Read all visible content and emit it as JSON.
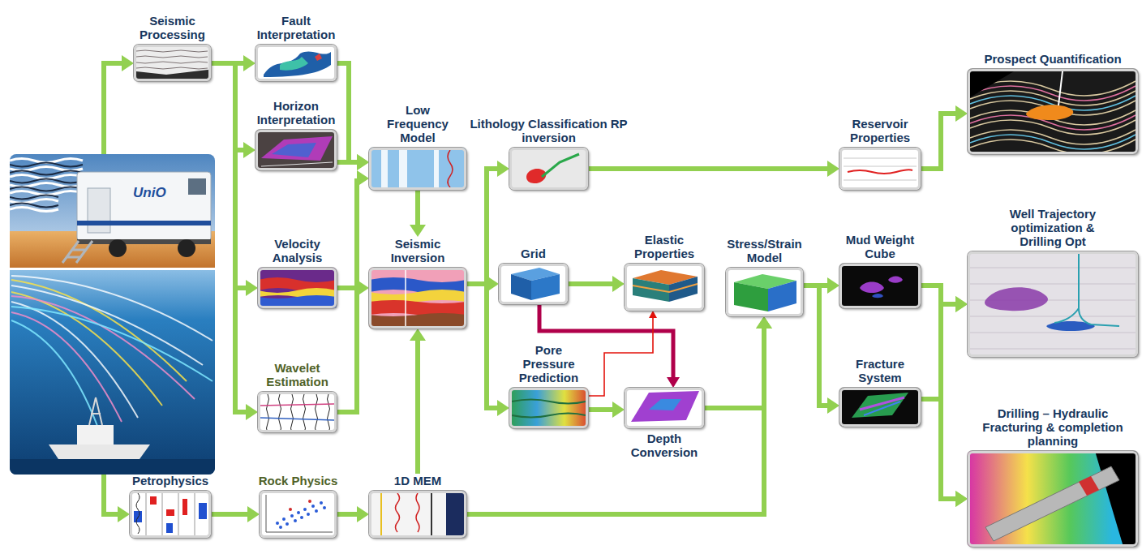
{
  "diagram": {
    "nodes": [
      {
        "text": [
          "UniO"
        ]
      },
      {
        "text": [
          "Seismic Processing"
        ]
      },
      {
        "text": [
          "Fault Interpretation"
        ]
      },
      {
        "text": [
          "Horizon Interpretation"
        ]
      },
      {
        "text": [
          "Velocity Analysis"
        ]
      },
      {
        "text": [
          "Wavelet Estimation"
        ]
      },
      {
        "text": [
          "Petrophysics"
        ]
      },
      {
        "text": [
          "Rock Physics"
        ]
      },
      {
        "text": [
          "Low Frequency Model"
        ]
      },
      {
        "text": [
          "Seismic Inversion"
        ]
      },
      {
        "text": [
          "1D MEM"
        ]
      },
      {
        "text": [
          "Lithology Classification RP inversion"
        ]
      },
      {
        "text": [
          "Grid"
        ]
      },
      {
        "text": [
          "Pore Pressure Prediction"
        ]
      },
      {
        "text": [
          "Elastic Properties"
        ]
      },
      {
        "text": [
          "Depth Conversion"
        ]
      },
      {
        "text": [
          "Stress/Strain Model"
        ]
      },
      {
        "text": [
          "Reservoir Properties"
        ]
      },
      {
        "text": [
          "Mud Weight Cube"
        ]
      },
      {
        "text": [
          "Fracture System"
        ]
      },
      {
        "text": [
          "Prospect Quantification"
        ]
      },
      {
        "text": [
          "Well Trajectory optimization & Drilling Opt"
        ]
      },
      {
        "text": [
          "Drilling – Hydraulic Fracturing & completion planning"
        ]
      }
    ],
    "edges": [
      {
        "from": 0,
        "to": 1,
        "arrow": "to"
      },
      {
        "from": 0,
        "to": 6,
        "arrow": "to"
      },
      {
        "from": 1,
        "to": 2,
        "arrow": "to"
      },
      {
        "from": 1,
        "to": 3,
        "arrow": "to"
      },
      {
        "from": 1,
        "to": 4,
        "arrow": "to"
      },
      {
        "from": 1,
        "to": 5,
        "arrow": "to"
      },
      {
        "from": 6,
        "to": 7,
        "arrow": "to"
      },
      {
        "from": 2,
        "to": 8,
        "arrow": "to"
      },
      {
        "from": 3,
        "to": 8,
        "arrow": "to"
      },
      {
        "from": 5,
        "to": 8,
        "arrow": "to"
      },
      {
        "from": 4,
        "to": 9,
        "arrow": "to"
      },
      {
        "from": 8,
        "to": 9,
        "arrow": "to"
      },
      {
        "from": 7,
        "to": 10,
        "arrow": "to"
      },
      {
        "from": 10,
        "to": 9,
        "arrow": "to"
      },
      {
        "from": 9,
        "to": 11,
        "arrow": "to"
      },
      {
        "from": 9,
        "to": 12,
        "arrow": "to"
      },
      {
        "from": 9,
        "to": 13,
        "arrow": "to"
      },
      {
        "from": 11,
        "to": 17,
        "arrow": "to"
      },
      {
        "from": 17,
        "to": 20,
        "arrow": "to"
      },
      {
        "from": 12,
        "to": 14,
        "arrow": "to"
      },
      {
        "from": 12,
        "to": 15,
        "arrow": "to"
      },
      {
        "from": 13,
        "to": 14,
        "arrow": "to"
      },
      {
        "from": 13,
        "to": 15,
        "arrow": "to"
      },
      {
        "from": 15,
        "to": 16,
        "arrow": "to"
      },
      {
        "from": 10,
        "to": 16,
        "arrow": "to"
      },
      {
        "from": 16,
        "to": 18,
        "arrow": "to"
      },
      {
        "from": 16,
        "to": 19,
        "arrow": "to"
      },
      {
        "from": 18,
        "to": 21,
        "arrow": "to"
      },
      {
        "from": 18,
        "to": 22,
        "arrow": "to"
      },
      {
        "from": 19,
        "to": 21,
        "arrow": "to"
      },
      {
        "from": 19,
        "to": 22,
        "arrow": "to"
      }
    ]
  }
}
